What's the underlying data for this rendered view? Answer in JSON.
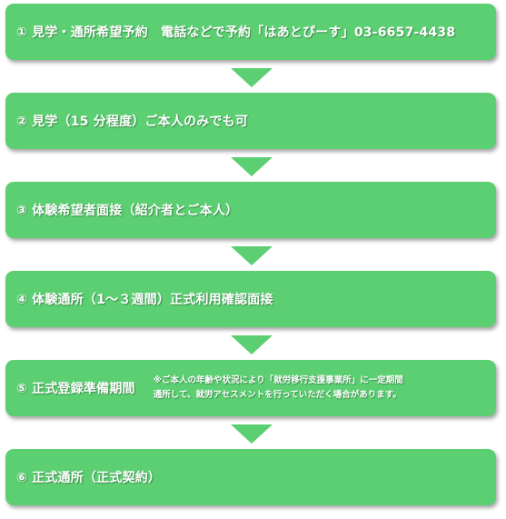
{
  "colors": {
    "box": "#5bcf71",
    "text": "#ffffff"
  },
  "steps": [
    {
      "title": "① 見学・通所希望予約　電話などで予約「はあとぴーす」03-6657-4438"
    },
    {
      "title": "② 見学（15 分程度）ご本人のみでも可"
    },
    {
      "title": "③ 体験希望者面接（紹介者とご本人）"
    },
    {
      "title": "④ 体験通所（1～３週間）正式利用確認面接"
    },
    {
      "title": "⑤ 正式登録準備期間",
      "note": [
        "※ご本人の年齢や状況により「就労移行支援事業所」に一定期間",
        "通所して、就労アセスメントを行っていただく場合があります。"
      ]
    },
    {
      "title": "⑥ 正式通所（正式契約）"
    }
  ]
}
